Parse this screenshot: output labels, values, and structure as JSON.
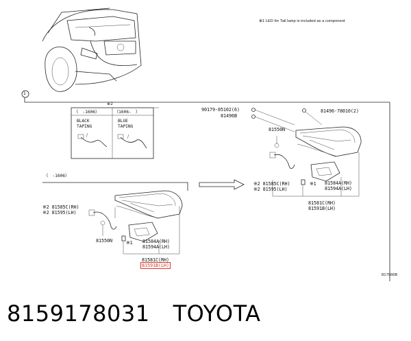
{
  "note": "※1 LED for Tail lamp is included as a component",
  "callout_number": "1",
  "reference_mark": "※2",
  "inset": {
    "col1_header": "（　-1606）",
    "col2_header": "（1606-　）",
    "col1_label_line1": "BLACK",
    "col1_label_line2": "TAPING",
    "col2_label_line1": "BLUE",
    "col2_label_line2": "TAPING"
  },
  "left_group": {
    "range_label": "（　-1606）",
    "parts": [
      {
        "mark": "※2",
        "code": "81585C(RH)"
      },
      {
        "mark": "※2",
        "code": "81595(LH)"
      },
      {
        "mark": "",
        "code": "81550N"
      },
      {
        "mark": "※1",
        "code": ""
      },
      {
        "mark": "",
        "code": "81584A(RH)"
      },
      {
        "mark": "",
        "code": "81594A(LH)"
      },
      {
        "mark": "",
        "code": "81581C(RH)"
      },
      {
        "mark": "",
        "code": "81591B(LH)"
      }
    ]
  },
  "right_group": {
    "parts": [
      {
        "mark": "",
        "code": "90179-05102(6)"
      },
      {
        "mark": "",
        "code": "81496B"
      },
      {
        "mark": "",
        "code": "81496-78010(2)"
      },
      {
        "mark": "",
        "code": "81550N"
      },
      {
        "mark": "※2",
        "code": "81585C(RH)"
      },
      {
        "mark": "※2",
        "code": "81595(LH)"
      },
      {
        "mark": "※1",
        "code": ""
      },
      {
        "mark": "",
        "code": "81584A(RH)"
      },
      {
        "mark": "",
        "code": "81594A(LH)"
      },
      {
        "mark": "",
        "code": "81581C(RH)"
      },
      {
        "mark": "",
        "code": "81591B(LH)"
      }
    ]
  },
  "drawing_id": "817966B",
  "footer": {
    "part_number": "8159178031",
    "brand": "TOYOTA"
  },
  "colors": {
    "highlight": "#d4382f",
    "line": "#222222"
  }
}
